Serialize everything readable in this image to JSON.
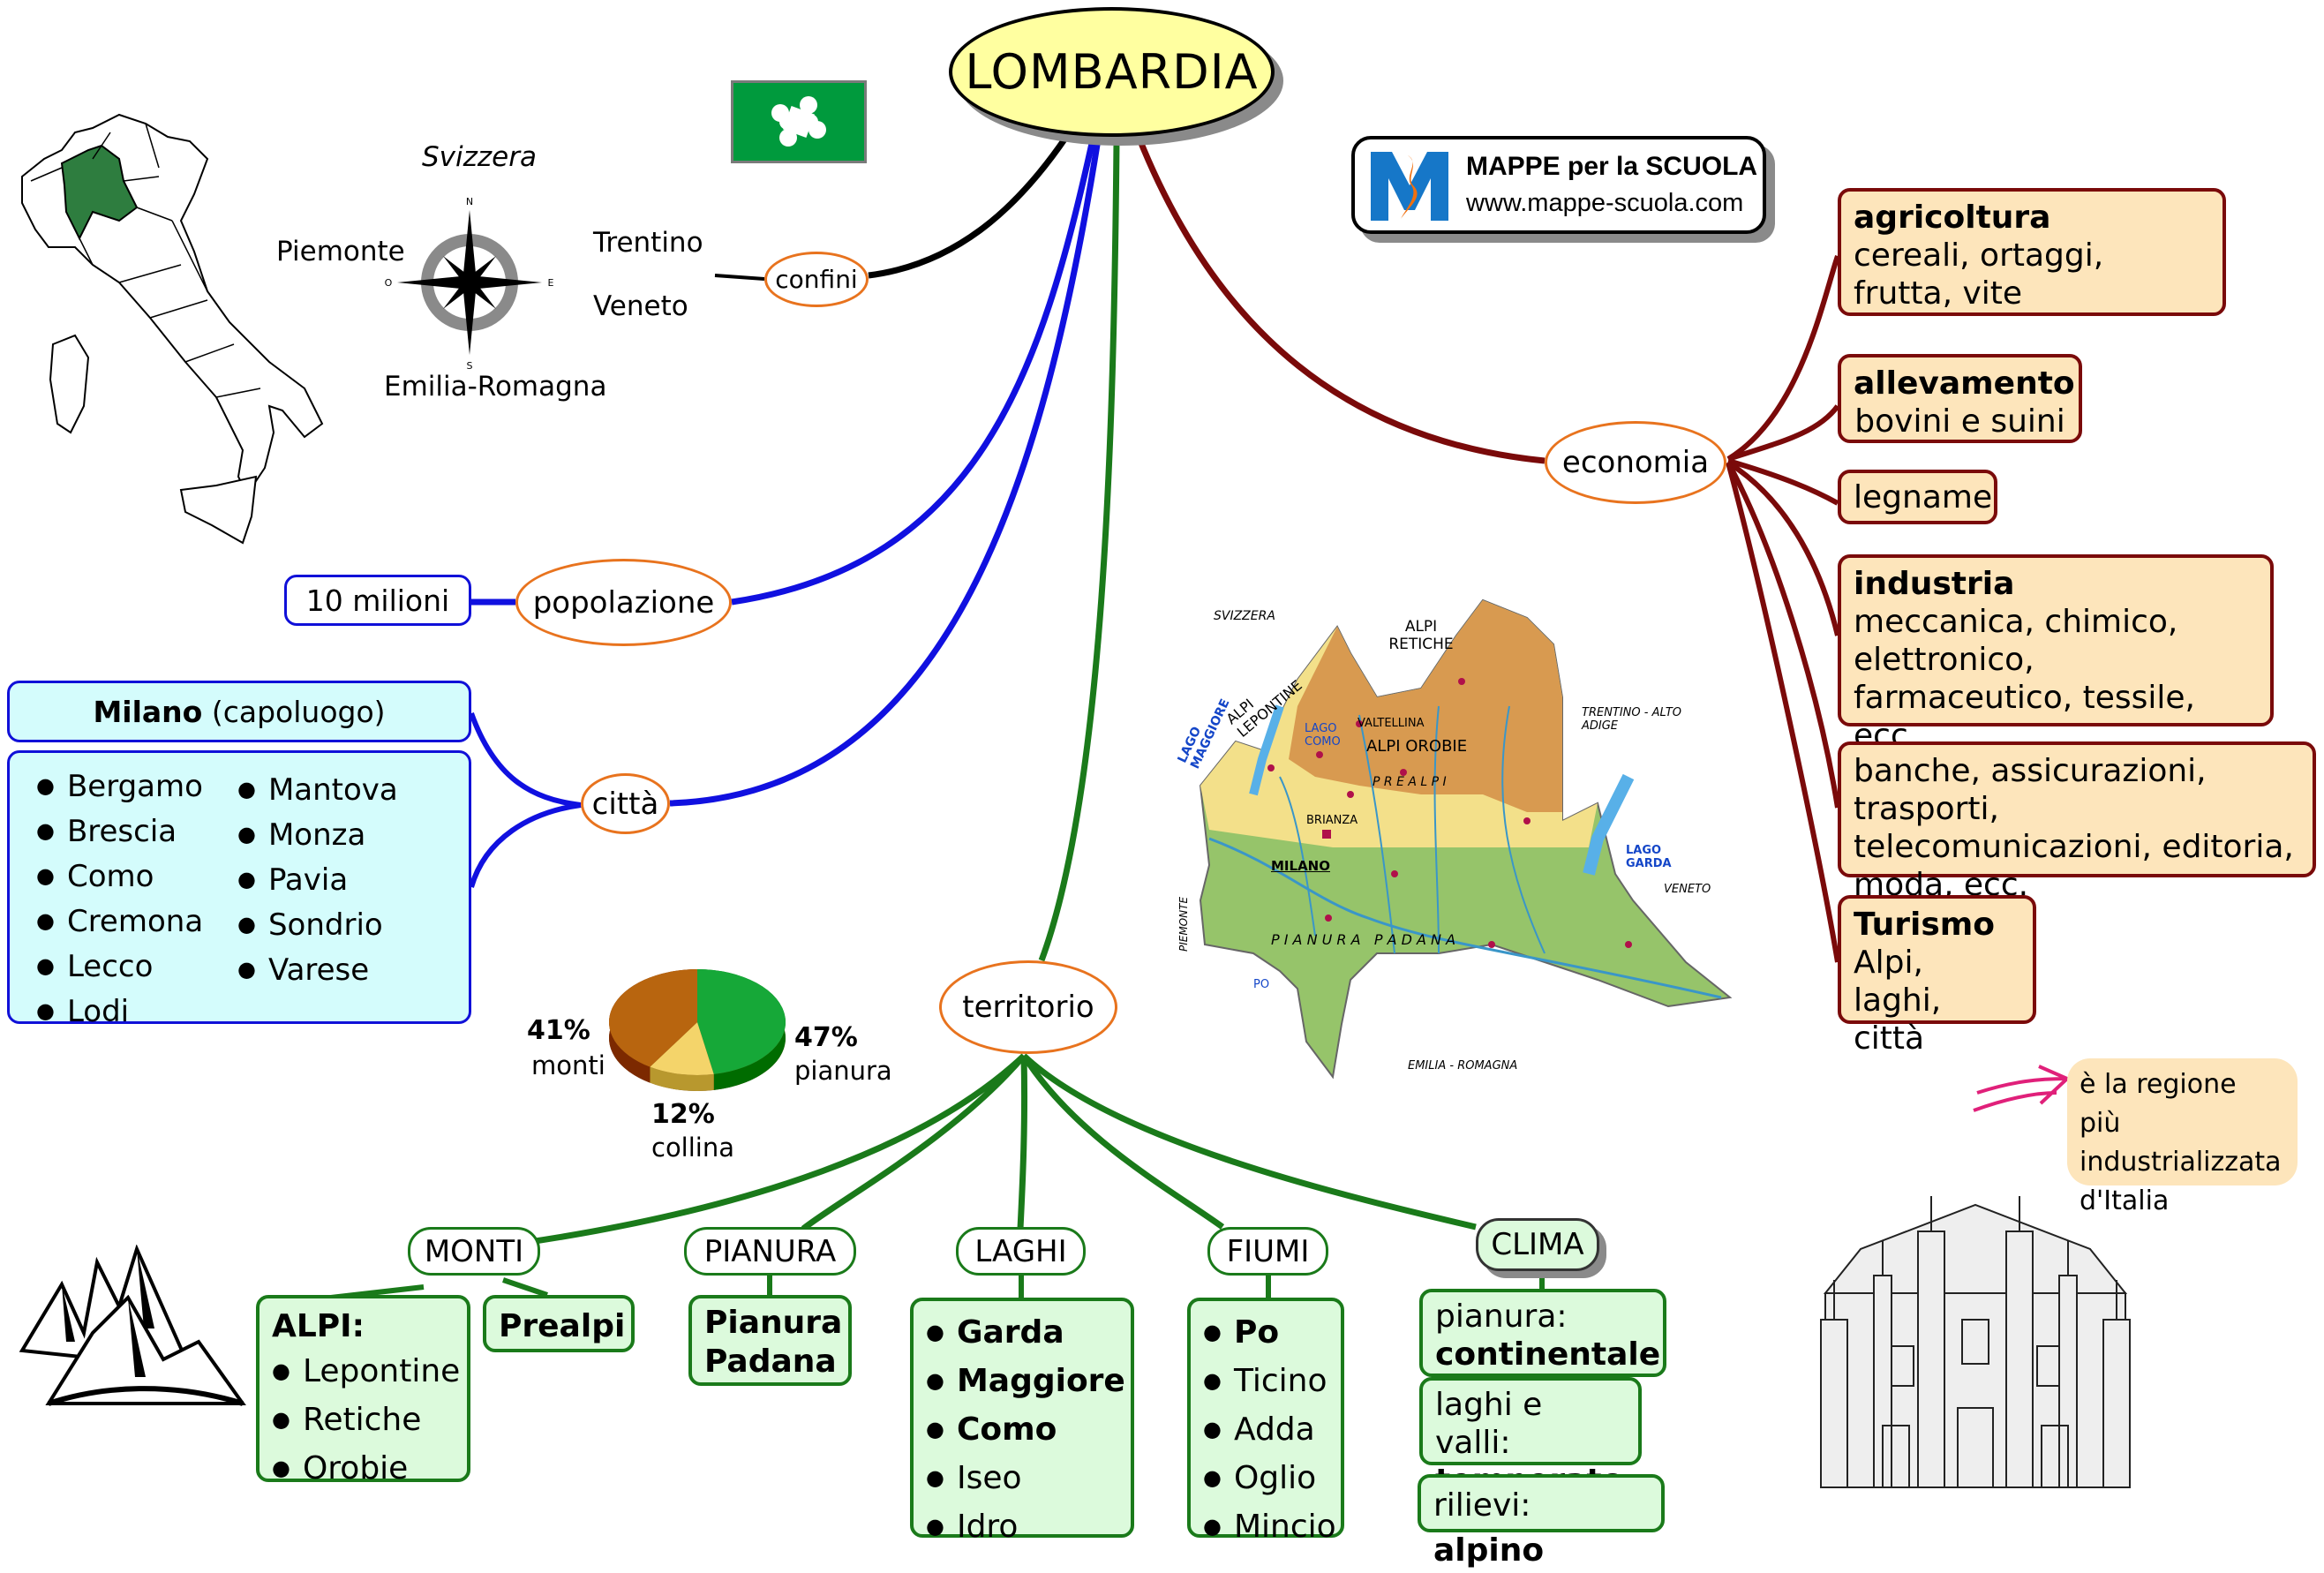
{
  "title": "LOMBARDIA",
  "logo": {
    "brand": "MAPPE per la SCUOLA",
    "url": "www.mappe-scuola.com"
  },
  "flag": {
    "name": "Flag of Lombardy",
    "field_color": "#009a3d",
    "emblem_color": "#ffffff"
  },
  "confini": {
    "label": "confini",
    "north": "Svizzera",
    "west": "Piemonte",
    "east": [
      "Trentino",
      "Veneto"
    ],
    "south": "Emilia-Romagna",
    "compass": {
      "n": "N",
      "s": "S",
      "e": "E",
      "o": "O"
    }
  },
  "popolazione": {
    "label": "popolazione",
    "value": "10 milioni"
  },
  "citta": {
    "label": "città",
    "capital_name": "Milano",
    "capital_note": "(capoluogo)",
    "col1": [
      "Bergamo",
      "Brescia",
      "Como",
      "Cremona",
      "Lecco",
      "Lodi"
    ],
    "col2": [
      "Mantova",
      "Monza",
      "Pavia",
      "Sondrio",
      "Varese"
    ]
  },
  "economia": {
    "label": "economia",
    "boxes": [
      {
        "title": "agricoltura",
        "text": "cereali, ortaggi, frutta, vite"
      },
      {
        "title": "allevamento",
        "text": "bovini e suini"
      },
      {
        "title": "",
        "text": "legname"
      },
      {
        "title": "industria",
        "text": "meccanica, chimico, elettronico, farmaceutico, tessile, ecc."
      },
      {
        "title": "",
        "text": "banche, assicurazioni, trasporti, telecomunicazioni, editoria, moda, ecc."
      },
      {
        "title": "Turismo",
        "text": "Alpi, laghi, città"
      }
    ],
    "note": "è la regione più industrializzata d'Italia"
  },
  "physical_map": {
    "labels": {
      "svizzera": "SVIZZERA",
      "alpi_retiche": "ALPI RETICHE",
      "alpi_lepontine": "ALPI LEPONTINE",
      "lago_maggiore": "LAGO MAGGIORE",
      "lago_como": "LAGO COMO",
      "valtellina": "VALTELLINA",
      "alpi_orobie": "ALPI OROBIE",
      "prealpi": "P R E A L P I",
      "trentino": "TRENTINO - ALTO ADIGE",
      "brianza": "BRIANZA",
      "milano": "MILANO",
      "piemonte": "PIEMONTE",
      "lago_garda": "LAGO GARDA",
      "veneto": "VENETO",
      "pianura_padana": "P I A N U R A   P A D A N A",
      "po": "PO",
      "emilia": "EMILIA - ROMAGNA"
    }
  },
  "territorio": {
    "label": "territorio",
    "categories": {
      "monti": {
        "label": "MONTI",
        "alpi_title": "ALPI:",
        "alpi": [
          "Lepontine",
          "Retiche",
          "Orobie"
        ],
        "prealpi": "Prealpi"
      },
      "pianura": {
        "label": "PIANURA",
        "items": [
          "Pianura",
          "Padana"
        ]
      },
      "laghi": {
        "label": "LAGHI",
        "bold": [
          "Garda",
          "Maggiore",
          "Como"
        ],
        "normal": [
          "Iseo",
          "Idro"
        ]
      },
      "fiumi": {
        "label": "FIUMI",
        "bold": [
          "Po"
        ],
        "normal": [
          "Ticino",
          "Adda",
          "Oglio",
          "Mincio"
        ]
      },
      "clima": {
        "label": "CLIMA",
        "rows": [
          {
            "prefix": "pianura:",
            "value": "continentale"
          },
          {
            "prefix": "laghi e valli:",
            "value": "temperato"
          },
          {
            "prefix": "rilievi:",
            "value": "alpino"
          }
        ]
      }
    }
  },
  "chart_data": {
    "type": "pie",
    "title": "",
    "categories": [
      "monti",
      "pianura",
      "collina"
    ],
    "values": [
      41,
      47,
      12
    ],
    "labels": [
      "41%",
      "47%",
      "12%"
    ],
    "colors": [
      "#b8650f",
      "#16a838",
      "#f4d46a"
    ]
  },
  "colors": {
    "confini_link": "#000000",
    "popolazione_link": "#1010e0",
    "territorio_link": "#1a7a1a",
    "economia_link": "#7a0a0a",
    "node_outline": "#e8731e",
    "econ_fill": "#fde5bb",
    "city_fill": "#d4fcfc",
    "terr_fill": "#dcfadc"
  }
}
